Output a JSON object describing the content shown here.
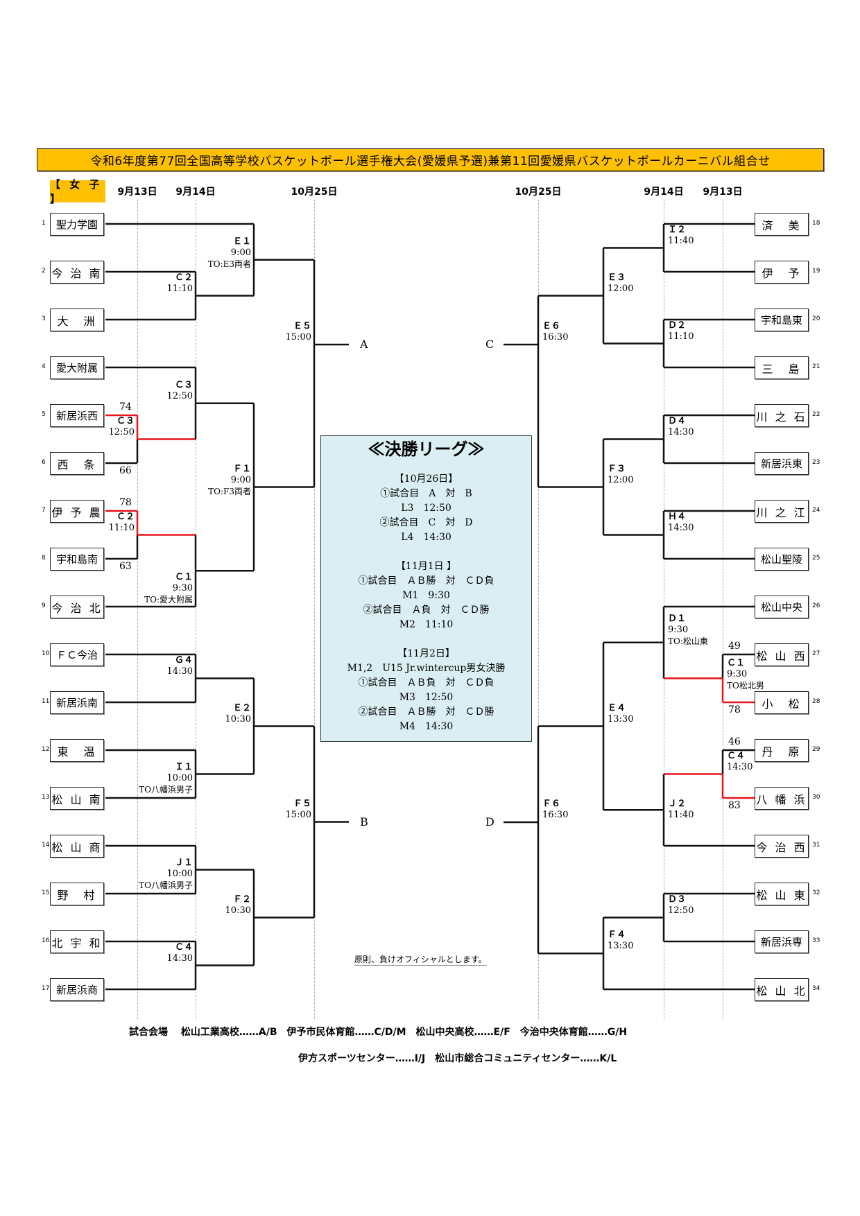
{
  "title": "令和6年度第77回全国高等学校バスケットボール選手権大会(愛媛県予選)兼第11回愛媛県バスケットボールカーニバル組合せ",
  "division_badge": "【 女 子 】",
  "dates": {
    "left": [
      "9月13日",
      "9月14日",
      "10月25日"
    ],
    "right": [
      "10月25日",
      "9月14日",
      "9月13日"
    ]
  },
  "teams": [
    {
      "seed": "1",
      "name": "聖力学園"
    },
    {
      "seed": "2",
      "name": "今 治 南"
    },
    {
      "seed": "3",
      "name": "大　洲"
    },
    {
      "seed": "4",
      "name": "愛大附属"
    },
    {
      "seed": "5",
      "name": "新居浜西"
    },
    {
      "seed": "6",
      "name": "西　条"
    },
    {
      "seed": "7",
      "name": "伊 予 農"
    },
    {
      "seed": "8",
      "name": "宇和島南"
    },
    {
      "seed": "9",
      "name": "今 治 北"
    },
    {
      "seed": "10",
      "name": "ＦＣ今治"
    },
    {
      "seed": "11",
      "name": "新居浜南"
    },
    {
      "seed": "12",
      "name": "東　温"
    },
    {
      "seed": "13",
      "name": "松 山 南"
    },
    {
      "seed": "14",
      "name": "松 山 商"
    },
    {
      "seed": "15",
      "name": "野　村"
    },
    {
      "seed": "16",
      "name": "北 宇 和"
    },
    {
      "seed": "17",
      "name": "新居浜商"
    },
    {
      "seed": "18",
      "name": "済　美"
    },
    {
      "seed": "19",
      "name": "伊　予"
    },
    {
      "seed": "20",
      "name": "宇和島東"
    },
    {
      "seed": "21",
      "name": "三　島"
    },
    {
      "seed": "22",
      "name": "川 之 石"
    },
    {
      "seed": "23",
      "name": "新居浜東"
    },
    {
      "seed": "24",
      "name": "川 之 江"
    },
    {
      "seed": "25",
      "name": "松山聖陵"
    },
    {
      "seed": "26",
      "name": "松山中央"
    },
    {
      "seed": "27",
      "name": "松 山 西"
    },
    {
      "seed": "28",
      "name": "小　松"
    },
    {
      "seed": "29",
      "name": "丹　原"
    },
    {
      "seed": "30",
      "name": "八 幡 浜"
    },
    {
      "seed": "31",
      "name": "今 治 西"
    },
    {
      "seed": "32",
      "name": "松 山 東"
    },
    {
      "seed": "33",
      "name": "新居浜専"
    },
    {
      "seed": "34",
      "name": "松 山 北"
    }
  ],
  "matches": {
    "L_C3a": {
      "code": "Ｃ３",
      "time": "12:50",
      "to": "",
      "top_score": "74",
      "bottom_score": "66",
      "winner": "top"
    },
    "L_C2b": {
      "code": "Ｃ２",
      "time": "11:10",
      "to": "",
      "top_score": "78",
      "bottom_score": "63",
      "winner": "top"
    },
    "L_C2": {
      "code": "Ｃ２",
      "time": "11:10",
      "to": ""
    },
    "L_C3": {
      "code": "Ｃ３",
      "time": "12:50",
      "to": ""
    },
    "L_C1": {
      "code": "Ｃ１",
      "time": "9:30",
      "to": "TO:愛大附属"
    },
    "L_G4": {
      "code": "Ｇ４",
      "time": "14:30",
      "to": ""
    },
    "L_I1": {
      "code": "Ｉ１",
      "time": "10:00",
      "to": "TO八幡浜男子"
    },
    "L_J1": {
      "code": "Ｊ１",
      "time": "10:00",
      "to": "TO八幡浜男子"
    },
    "L_C4": {
      "code": "Ｃ４",
      "time": "14:30",
      "to": ""
    },
    "L_E1": {
      "code": "Ｅ１",
      "time": "9:00",
      "to": "TO:E3両者"
    },
    "L_F1": {
      "code": "Ｆ１",
      "time": "9:00",
      "to": "TO:F3両者"
    },
    "L_E2": {
      "code": "Ｅ２",
      "time": "10:30",
      "to": ""
    },
    "L_F2": {
      "code": "Ｆ２",
      "time": "10:30",
      "to": ""
    },
    "L_E5": {
      "code": "Ｅ５",
      "time": "15:00",
      "to": "",
      "slot": "A"
    },
    "L_F5": {
      "code": "Ｆ５",
      "time": "15:00",
      "to": "",
      "slot": "B"
    },
    "R_I2": {
      "code": "Ｉ２",
      "time": "11:40",
      "to": ""
    },
    "R_D2": {
      "code": "Ｄ２",
      "time": "11:10",
      "to": ""
    },
    "R_D4": {
      "code": "Ｄ４",
      "time": "14:30",
      "to": ""
    },
    "R_H4": {
      "code": "Ｈ４",
      "time": "14:30",
      "to": ""
    },
    "R_C1a": {
      "code": "Ｃ１",
      "time": "9:30",
      "to": "TO松北男",
      "top_score": "49",
      "bottom_score": "78",
      "winner": "bottom"
    },
    "R_C4a": {
      "code": "Ｃ４",
      "time": "14:30",
      "to": "",
      "top_score": "46",
      "bottom_score": "83",
      "winner": "bottom"
    },
    "R_D1": {
      "code": "Ｄ１",
      "time": "9:30",
      "to": "TO:松山東"
    },
    "R_J2": {
      "code": "Ｊ２",
      "time": "11:40",
      "to": ""
    },
    "R_D3": {
      "code": "Ｄ３",
      "time": "12:50",
      "to": ""
    },
    "R_E3": {
      "code": "Ｅ３",
      "time": "12:00",
      "to": ""
    },
    "R_F3": {
      "code": "Ｆ３",
      "time": "12:00",
      "to": ""
    },
    "R_E4": {
      "code": "Ｅ４",
      "time": "13:30",
      "to": ""
    },
    "R_F4": {
      "code": "Ｆ４",
      "time": "13:30",
      "to": ""
    },
    "R_E6": {
      "code": "Ｅ６",
      "time": "16:30",
      "to": "",
      "slot": "C"
    },
    "R_F6": {
      "code": "Ｆ６",
      "time": "16:30",
      "to": "",
      "slot": "D"
    }
  },
  "finals": {
    "title": "≪決勝リーグ≫",
    "days": [
      {
        "date": "【10月26日】",
        "lines": [
          "①試合目　A　対　B",
          "L3　12:50",
          "②試合目　C　対　D",
          "L4　14:30"
        ]
      },
      {
        "date": "【11月1日 】",
        "lines": [
          "①試合目　ＡＢ勝　対　ＣＤ負",
          "M1　9:30",
          "②試合目　Ａ負　対　ＣＤ勝",
          "M2　11:10"
        ]
      },
      {
        "date": "【11月2日】",
        "lines": [
          "M1,2　U15 Jr.wintercup男女決勝",
          "①試合目　ＡＢ負　対　ＣＤ負",
          "M3　12:50",
          "②試合目　ＡＢ勝　対　ＣＤ勝",
          "M4　14:30"
        ]
      }
    ]
  },
  "note": "原則、負けオフィシャルとします。",
  "venues": {
    "line1": "試合会場　 松山工業高校……A/B　伊予市民体育館……C/D/M　松山中央高校……E/F　今治中央体育館……G/H",
    "line2": "伊方スポーツセンター……I/J　松山市総合コミュニティセンター……K/L"
  },
  "colors": {
    "accent": "#fec000",
    "winner_line": "#e8141b",
    "finals_bg": "#daeef3"
  }
}
